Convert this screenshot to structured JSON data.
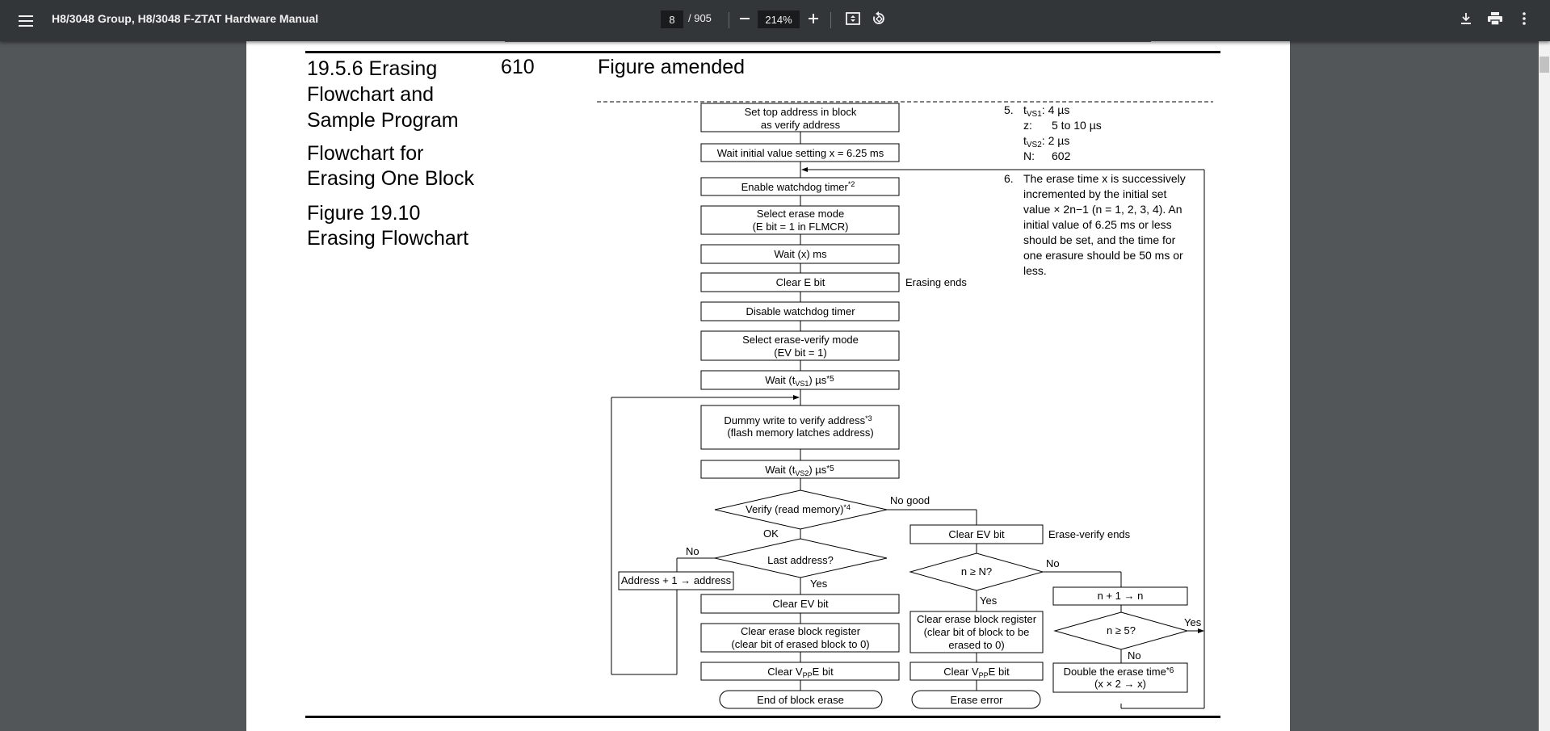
{
  "toolbar": {
    "menu_icon": "hamburger-menu-icon",
    "title": "H8/3048 Group, H8/3048 F-ZTAT Hardware Manual",
    "page_current": "8",
    "page_total": "/ 905",
    "zoom": "214%",
    "icons": [
      "zoom-out-icon",
      "zoom-in-icon",
      "fit-page-icon",
      "rotate-icon",
      "download-icon",
      "print-icon",
      "more-options-icon"
    ]
  },
  "content": {
    "section_lines": [
      "19.5.6 Erasing",
      "Flowchart and",
      "Sample Program"
    ],
    "subsection_lines": [
      "Flowchart for",
      "Erasing One Block"
    ],
    "figure_lines": [
      "Figure 19.10",
      "Erasing Flowchart"
    ],
    "page_number": "610",
    "change_note": "Figure amended"
  },
  "flowchart": {
    "boxes": {
      "set_top_1": "Set top address in block",
      "set_top_2": "as verify address",
      "wait_initial": "Wait initial value setting   x = 6.25 ms",
      "enable_wdt": "Enable watchdog timer",
      "enable_wdt_note": "*2",
      "select_erase_1": "Select erase mode",
      "select_erase_2": "(E bit = 1 in FLMCR)",
      "wait_x": "Wait (x) ms",
      "clear_e": "Clear E bit",
      "disable_wdt": "Disable watchdog timer",
      "select_ev_1": "Select erase-verify mode",
      "select_ev_2": "(EV bit = 1)",
      "wait_tvs1_a": "Wait (t",
      "wait_tvs1_sub": "VS1",
      "wait_tvs1_b": ") µs",
      "wait_tvs1_note": "*5",
      "dummy_1": "Dummy write to verify address",
      "dummy_note": "*3",
      "dummy_2": "(flash memory latches address)",
      "wait_tvs2_a": "Wait (t",
      "wait_tvs2_sub": "VS2",
      "wait_tvs2_b": ") µs",
      "wait_tvs2_note": "*5",
      "verify": "Verify (read memory)",
      "verify_note": "*4",
      "last_address": "Last address?",
      "address_inc": "Address + 1 → address",
      "clear_ev_left": "Clear EV bit",
      "clear_ebr_1": "Clear erase block register",
      "clear_ebr_2": "(clear bit of erased block to 0)",
      "clear_vppe_a": "Clear V",
      "clear_vppe_sub": "PP",
      "clear_vppe_b": "E bit",
      "end_block": "End of block erase",
      "clear_ev_mid": "Clear EV bit",
      "n_ge_N": "n ≥ N?",
      "clear_ebr_mid_1": "Clear erase block register",
      "clear_ebr_mid_2": "(clear bit of block to be",
      "clear_ebr_mid_3": "erased to 0)",
      "erase_error": "Erase error",
      "n_inc": "n + 1 → n",
      "n_ge_5": "n ≥ 5?",
      "double_1": "Double the erase time",
      "double_note": "*6",
      "double_2": "(x × 2 → x)"
    },
    "labels": {
      "erasing_ends": "Erasing ends",
      "erase_verify_ends": "Erase-verify ends",
      "no_good": "No good",
      "ok": "OK",
      "no_last": "No",
      "yes_last": "Yes",
      "no_nN": "No",
      "yes_nN": "Yes",
      "yes_n5": "Yes",
      "no_n5": "No"
    },
    "notes": {
      "n5_num": "5.",
      "n5_tvs1_a": "t",
      "n5_tvs1_sub": "VS1",
      "n5_tvs1_b": ":  4 µs",
      "n5_z_label": "z:",
      "n5_z_val": "5 to 10 µs",
      "n5_tvs2_a": "t",
      "n5_tvs2_sub": "VS2",
      "n5_tvs2_b": ":  2 µs",
      "n5_N_label": "N:",
      "n5_N_val": "602",
      "n6_num": "6.",
      "n6_lines": [
        "The erase time x is successively",
        "incremented by the initial set",
        "value × 2n−1 (n = 1, 2, 3, 4). An",
        "initial value of 6.25 ms or less",
        "should be set, and the time for",
        "one erasure should be 50 ms or",
        "less."
      ]
    }
  }
}
